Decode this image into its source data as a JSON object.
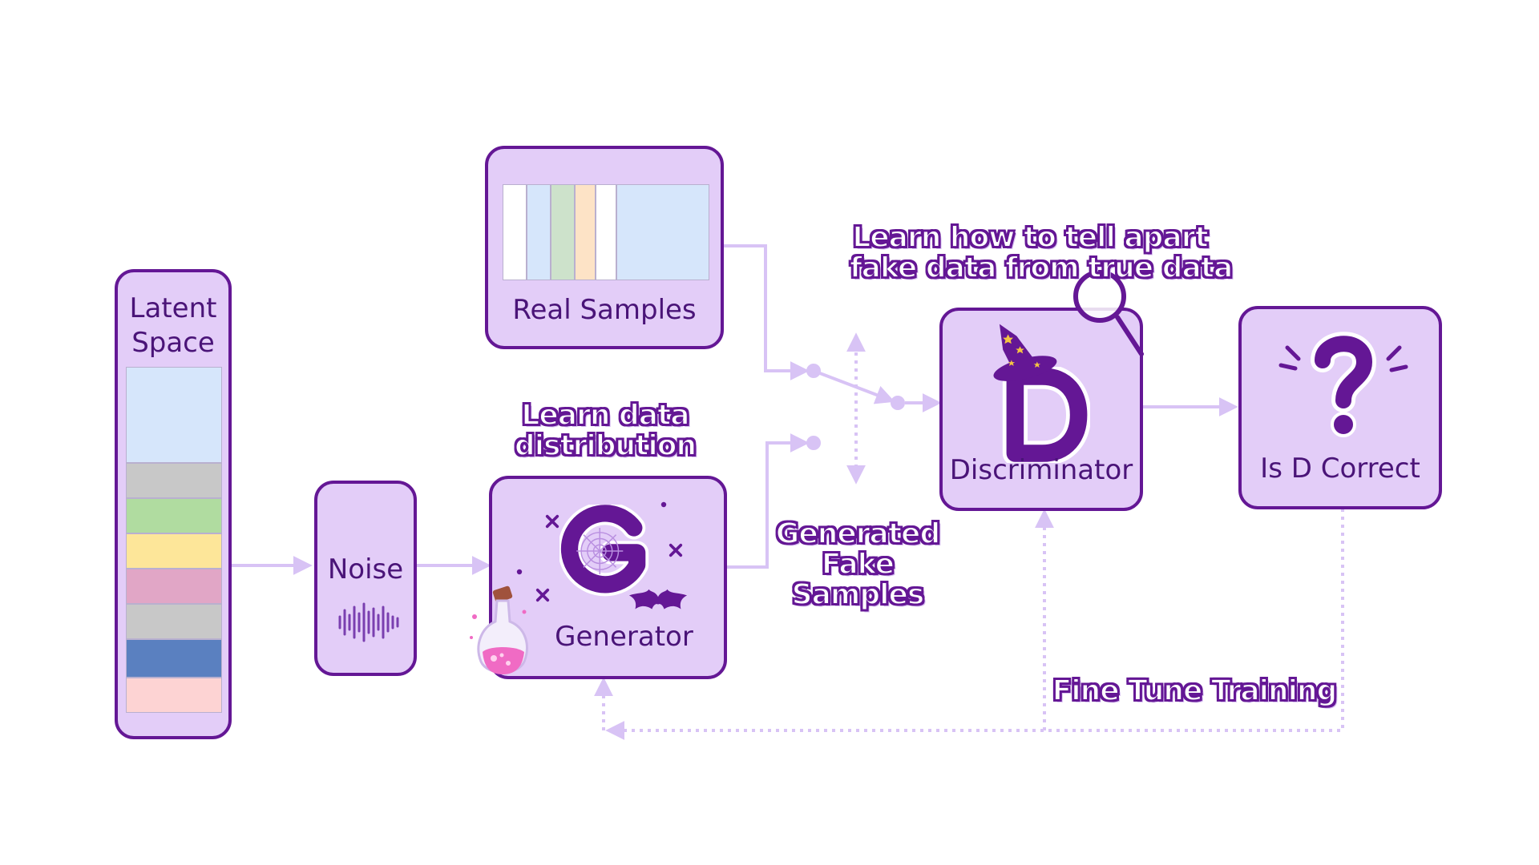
{
  "colors": {
    "box_fill": "#e3cdf8",
    "box_border": "#641795",
    "text": "#4a1478",
    "connector": "#d8c3f5",
    "potion_pink": "#f06bc4"
  },
  "nodes": {
    "latent_space": {
      "label_line1": "Latent",
      "label_line2": "Space",
      "swatches": [
        "#d6e6fb",
        "#c8c8c8",
        "#b0dca0",
        "#fde699",
        "#e1a6c6",
        "#c8c8c8",
        "#5a80c0",
        "#fdd3d3"
      ]
    },
    "noise": {
      "label": "Noise",
      "icon": "sound-wave-icon"
    },
    "real_samples": {
      "label": "Real Samples",
      "swatches": [
        "#ffffff",
        "#d6e6fb",
        "#cde2cb",
        "#fde3c6",
        "#ffffff",
        "#d6e6fb"
      ]
    },
    "generator": {
      "label": "Generator",
      "icon": "generator-g-icon",
      "decorations": [
        "potion-icon",
        "bat-icon",
        "sparkle-x-icon"
      ]
    },
    "discriminator": {
      "label": "Discriminator",
      "icon": "discriminator-d-icon",
      "decorations": [
        "wizard-hat-icon",
        "magnifier-icon"
      ]
    },
    "is_d_correct": {
      "label": "Is D Correct",
      "icon": "question-mark-icon"
    }
  },
  "annotations": {
    "learn_distribution_line1": "Learn data",
    "learn_distribution_line2": "distribution",
    "learn_tell_apart_line1": "Learn how to tell apart",
    "learn_tell_apart_line2": "fake data from true data",
    "generated_fake_line1": "Generated",
    "generated_fake_line2": "Fake",
    "generated_fake_line3": "Samples",
    "fine_tune": "Fine Tune Training"
  }
}
